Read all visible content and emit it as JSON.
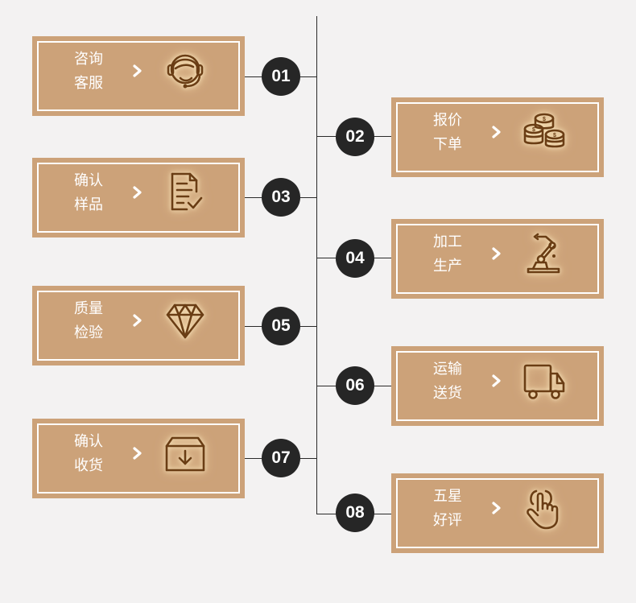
{
  "steps": [
    {
      "number": "01",
      "line1": "咨询",
      "line2": "客服",
      "icon": "headset-icon"
    },
    {
      "number": "02",
      "line1": "报价",
      "line2": "下单",
      "icon": "coins-icon"
    },
    {
      "number": "03",
      "line1": "确认",
      "line2": "样品",
      "icon": "document-check-icon"
    },
    {
      "number": "04",
      "line1": "加工",
      "line2": "生产",
      "icon": "robot-arm-icon"
    },
    {
      "number": "05",
      "line1": "质量",
      "line2": "检验",
      "icon": "diamond-icon"
    },
    {
      "number": "06",
      "line1": "运输",
      "line2": "送货",
      "icon": "truck-icon"
    },
    {
      "number": "07",
      "line1": "确认",
      "line2": "收货",
      "icon": "box-download-icon"
    },
    {
      "number": "08",
      "line1": "五星",
      "line2": "好评",
      "icon": "hand-pointer-icon"
    }
  ],
  "colors": {
    "card": "#cca279",
    "badge": "#262626",
    "icon": "#6a3d14",
    "background": "#f3f2f2"
  }
}
